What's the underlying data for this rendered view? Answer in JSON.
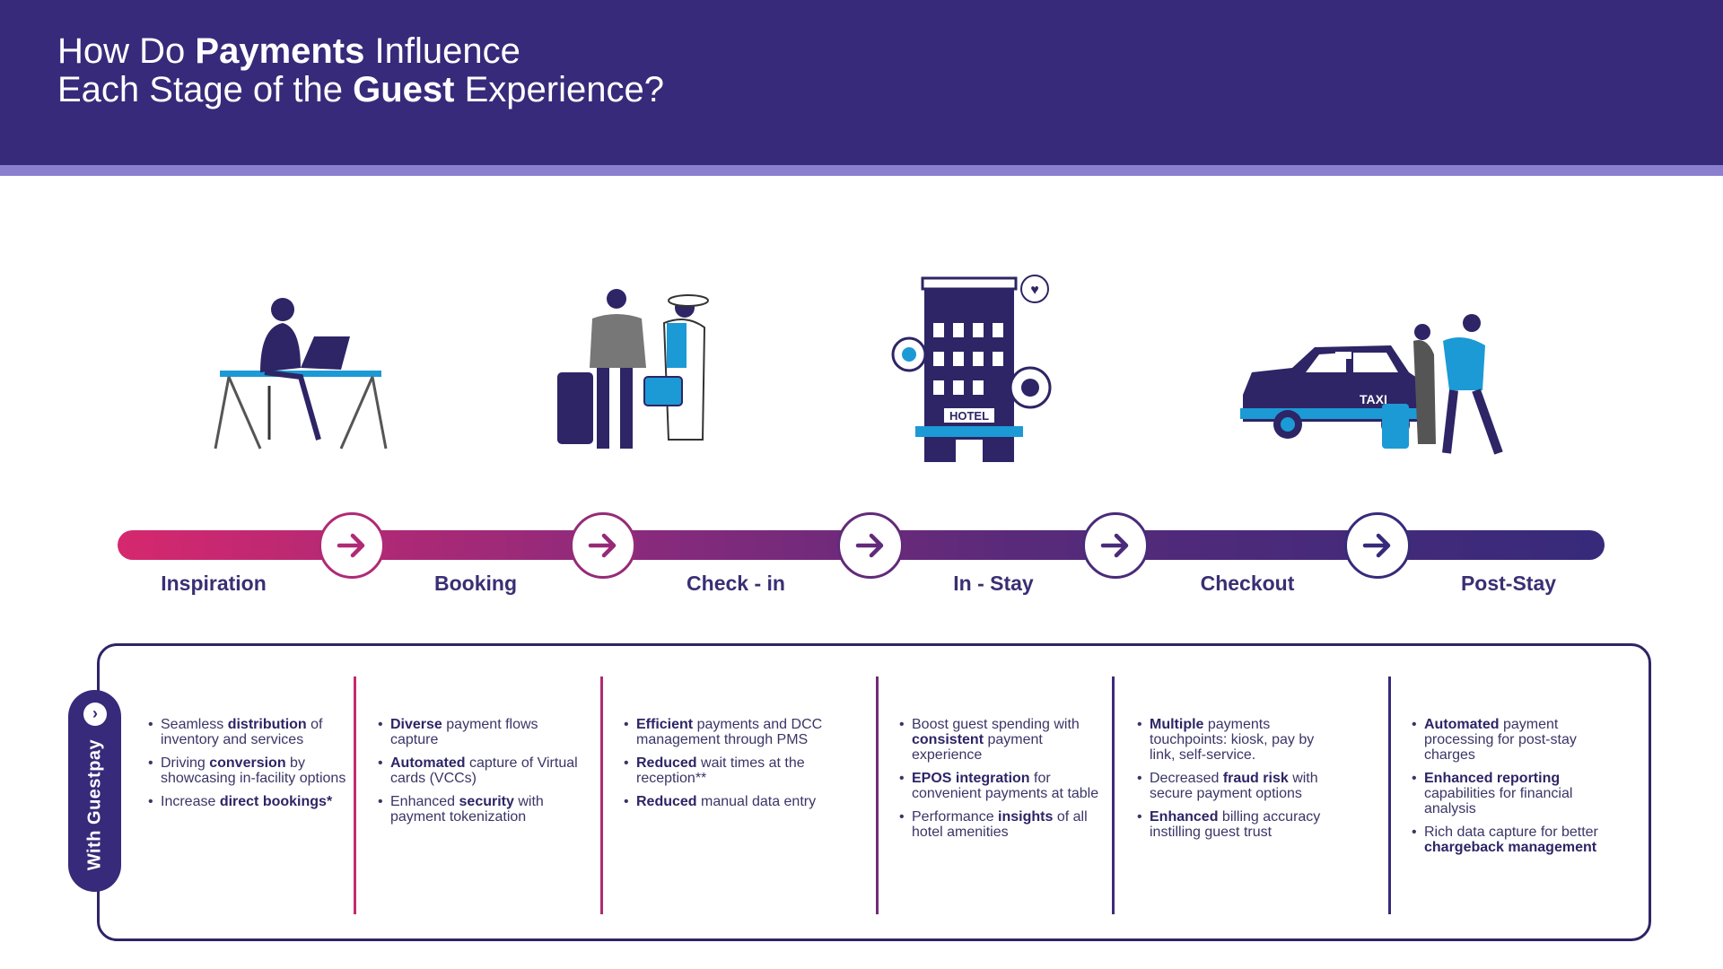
{
  "title": {
    "line1_pre": "How Do ",
    "line1_bold": "Payments",
    "line1_post": " Influence",
    "line2_pre": "Each Stage of the ",
    "line2_bold": "Guest",
    "line2_post": " Experience?"
  },
  "colors": {
    "header": "#372a7a",
    "stripe": "#8b7fcf",
    "gradient_start": "#d6286e",
    "gradient_end": "#372a7a",
    "accent_blue": "#1b9ad6"
  },
  "stages": [
    "Inspiration",
    "Booking",
    "Check - in",
    "In - Stay",
    "Checkout",
    "Post-Stay"
  ],
  "illustrations": {
    "hotel_sign": "HOTEL",
    "taxi_sign": "TAXI"
  },
  "side_label": "With Guestpay",
  "columns": [
    [
      {
        "pre": "Seamless ",
        "bold": "distribution",
        "post": " of inventory and services"
      },
      {
        "pre": "Driving ",
        "bold": "conversion",
        "post": " by showcasing in-facility options"
      },
      {
        "pre": "Increase ",
        "bold": "direct bookings*",
        "post": ""
      }
    ],
    [
      {
        "pre": "",
        "bold": "Diverse",
        "post": " payment flows capture"
      },
      {
        "pre": "",
        "bold": "Automated",
        "post": " capture of Virtual cards (VCCs)"
      },
      {
        "pre": "Enhanced ",
        "bold": "security",
        "post": " with payment tokenization"
      }
    ],
    [
      {
        "pre": "",
        "bold": "Efficient",
        "post": " payments and DCC management through PMS"
      },
      {
        "pre": "",
        "bold": "Reduced",
        "post": " wait times at the reception**"
      },
      {
        "pre": "",
        "bold": "Reduced",
        "post": " manual data entry"
      }
    ],
    [
      {
        "pre": "Boost guest spending with ",
        "bold": "consistent",
        "post": " payment experience"
      },
      {
        "pre": "",
        "bold": "EPOS integration",
        "post": " for convenient payments at table"
      },
      {
        "pre": "Performance ",
        "bold": "insights",
        "post": " of all hotel amenities"
      }
    ],
    [
      {
        "pre": "",
        "bold": "Multiple",
        "post": " payments touchpoints: kiosk, pay by link, self-service."
      },
      {
        "pre": "Decreased ",
        "bold": "fraud risk",
        "post": " with secure payment options"
      },
      {
        "pre": "",
        "bold": "Enhanced",
        "post": " billing accuracy instilling guest trust"
      }
    ],
    [
      {
        "pre": "",
        "bold": "Automated",
        "post": " payment processing for post-stay charges"
      },
      {
        "pre": "",
        "bold": "Enhanced reporting",
        "post": " capabilities for financial analysis"
      },
      {
        "pre": "Rich data capture for better ",
        "bold": "chargeback management",
        "post": ""
      }
    ]
  ]
}
